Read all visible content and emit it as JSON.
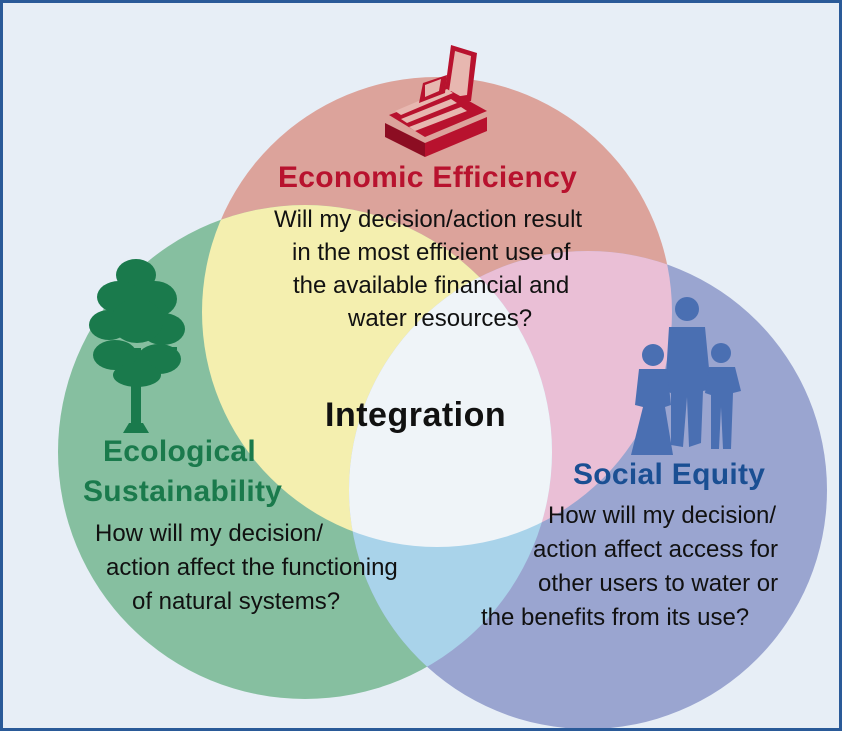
{
  "colors": {
    "frame_border": "#2a5a98",
    "background": "#e7eef6",
    "economic_circle": "#dca39b",
    "ecological_circle": "#86bfa0",
    "social_circle": "#9aa5d0",
    "overlap_econ_eco": "#f4efaf",
    "overlap_econ_social": "#eabfd6",
    "overlap_eco_social": "#a9d3ea",
    "overlap_center": "#eff4f8",
    "economic_title": "#b8122e",
    "ecological_title": "#1a7a4c",
    "social_title": "#1a4f93",
    "center_text": "#111111"
  },
  "icons": {
    "economic": "money-stack-icon",
    "ecological": "tree-icon",
    "social": "family-silhouette-icon"
  },
  "economic": {
    "title": "Economic Efficiency",
    "lines": [
      "Will my decision/action result",
      "in the most efficient use of",
      "the available financial and",
      "water resources?"
    ]
  },
  "ecological": {
    "title_lines": [
      "Ecological",
      "Sustainability"
    ],
    "lines": [
      "How will my decision/",
      "action affect the functioning",
      "of natural systems?"
    ]
  },
  "social": {
    "title": "Social Equity",
    "lines": [
      "How will my decision/",
      "action affect access for",
      "other users to water or",
      "the benefits from its use?"
    ]
  },
  "center": {
    "label": "Integration"
  }
}
